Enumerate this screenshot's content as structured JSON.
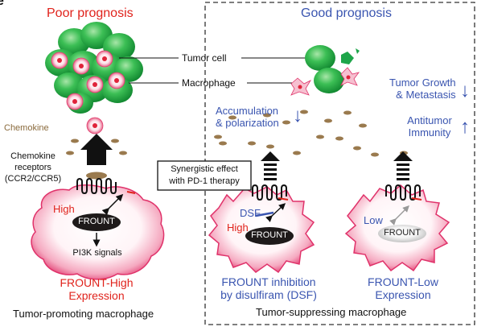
{
  "panel_letter": "e",
  "colors": {
    "poor": "#e0231c",
    "good": "#3a55b0",
    "tumor": "#2db34a",
    "macrophage_ring": "#e8507a",
    "chemokine": "#9a7a4e",
    "frount": "#1e1a1a",
    "frount_low": "#cfcfcf"
  },
  "left_panel": {
    "title": "Poor prognosis",
    "chemokine_label": "Chemokine",
    "receptors_label_1": "Chemokine",
    "receptors_label_2": "receptors",
    "receptors_label_3": "(CCR2/CCR5)",
    "high_label": "High",
    "frount_label": "FROUNT",
    "pi3k_label": "PI3K signals",
    "expression_line1": "FROUNT-High",
    "expression_line2": "Expression",
    "footer": "Tumor-promoting macrophage"
  },
  "center_labels": {
    "tumor_cell": "Tumor cell",
    "macrophage": "Macrophage"
  },
  "synergy_box": {
    "line1": "Synergistic effect",
    "line2": "with PD-1 therapy"
  },
  "right_panel": {
    "title": "Good prognosis",
    "accumulation_line1": "Accumulation",
    "accumulation_line2": "& polarization",
    "tumor_growth_line1": "Tumor Growth",
    "tumor_growth_line2": "& Metastasis",
    "antitumor_line1": "Antitumor",
    "antitumor_line2": "Immunity",
    "dsf_label": "DSF",
    "high_label": "High",
    "frount_label_1": "FROUNT",
    "low_label": "Low",
    "frount_label_2": "FROUNT",
    "inhibition_line1": "FROUNT inhibition",
    "inhibition_line2": "by disulfiram (DSF)",
    "low_expr_line1": "FROUNT-Low",
    "low_expr_line2": "Expression",
    "footer": "Tumor-suppressing macrophage"
  },
  "arrows": {
    "down": "↓",
    "up": "↑"
  }
}
